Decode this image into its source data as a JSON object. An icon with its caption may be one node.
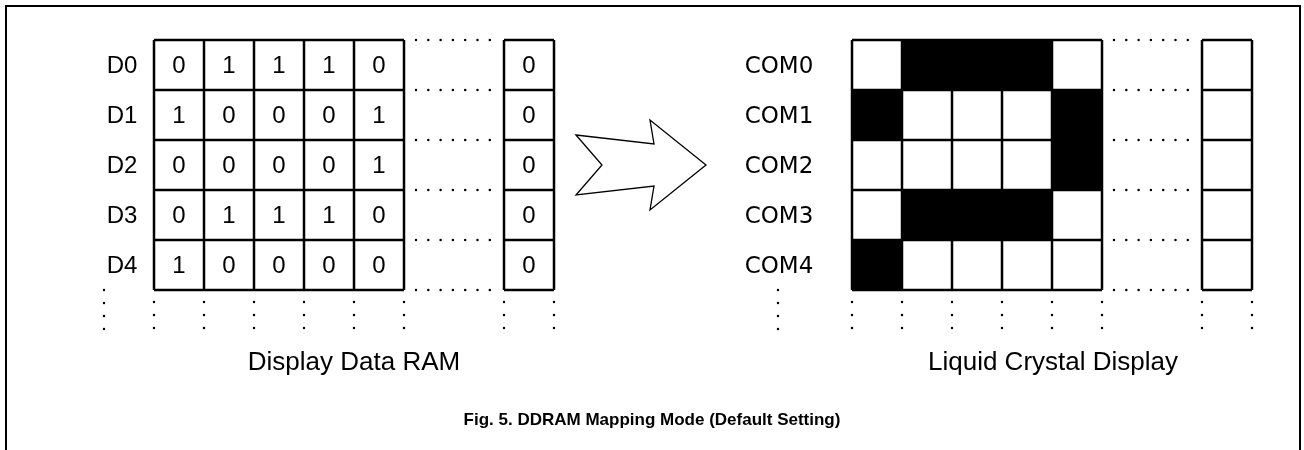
{
  "diagram": {
    "caption": "Fig. 5. DDRAM Mapping Mode (Default Setting)",
    "nodes": [
      {
        "text": [
          "Display Data RAM"
        ]
      },
      {
        "text": [
          "Liquid Crystal Display"
        ]
      }
    ],
    "edges": [
      {
        "from": 0,
        "to": 1,
        "arrow": "to"
      }
    ],
    "labels": [
      "D0",
      "0",
      "1",
      "1",
      "1",
      "0",
      "0",
      "COM0",
      "D1",
      "1",
      "0",
      "0",
      "0",
      "1",
      "0",
      "COM1",
      "D2",
      "0",
      "0",
      "0",
      "0",
      "1",
      "0",
      "COM2",
      "D3",
      "0",
      "1",
      "1",
      "1",
      "0",
      "0",
      "COM3",
      "D4",
      "1",
      "0",
      "0",
      "0",
      "0",
      "0",
      "COM4"
    ]
  }
}
